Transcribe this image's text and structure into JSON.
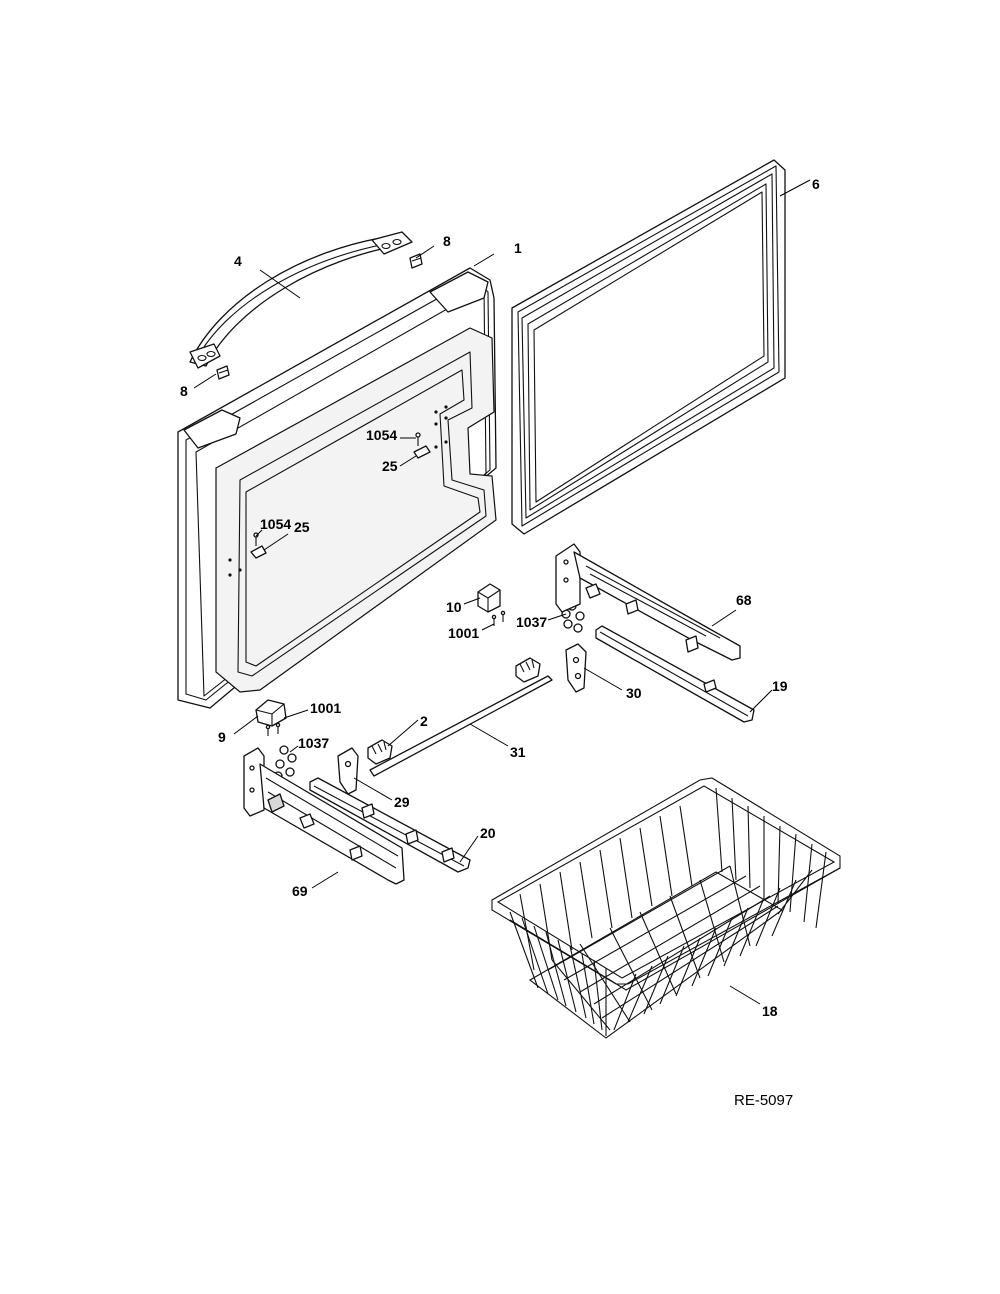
{
  "diagram": {
    "reference_code": "RE-5097",
    "callouts": {
      "c1": "1",
      "c2": "2",
      "c4": "4",
      "c6": "6",
      "c8a": "8",
      "c8b": "8",
      "c9": "9",
      "c10": "10",
      "c18": "18",
      "c19": "19",
      "c20": "20",
      "c25a": "25",
      "c25b": "25",
      "c29": "29",
      "c30": "30",
      "c31": "31",
      "c68": "68",
      "c69": "69",
      "c1001a": "1001",
      "c1001b": "1001",
      "c1037a": "1037",
      "c1037b": "1037",
      "c1054a": "1054",
      "c1054b": "1054"
    }
  }
}
